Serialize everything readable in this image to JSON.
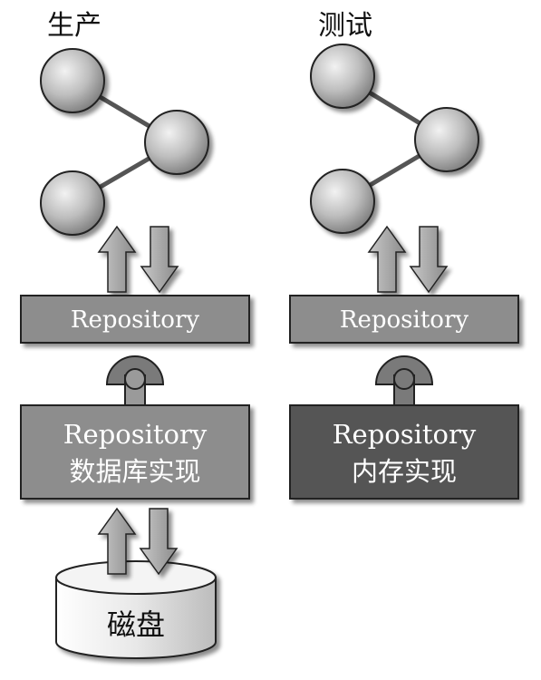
{
  "production": {
    "title": "生产",
    "interface_label": "Repository",
    "impl_line1": "Repository",
    "impl_line2": "数据库实现",
    "storage_label": "磁盘"
  },
  "testing": {
    "title": "测试",
    "interface_label": "Repository",
    "impl_line1": "Repository",
    "impl_line2": "内存实现"
  }
}
